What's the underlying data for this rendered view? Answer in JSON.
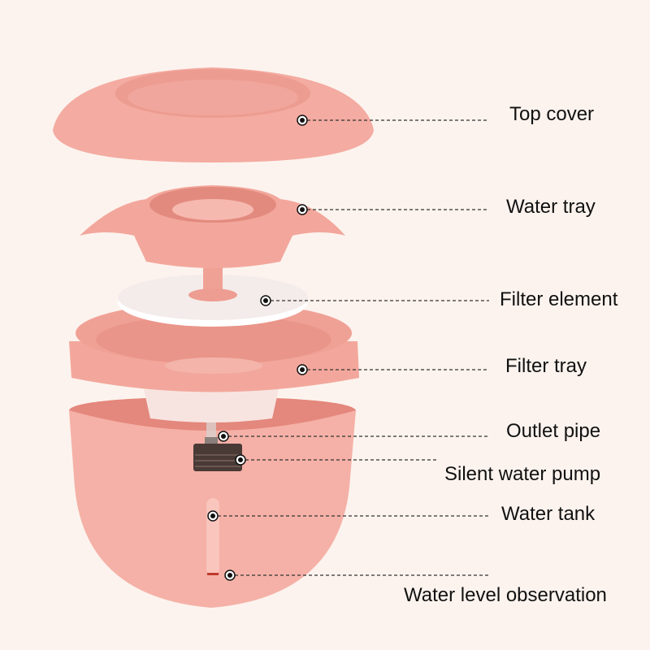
{
  "labels": {
    "top_cover": "Top cover",
    "water_tray": "Water tray",
    "filter_element": "Filter element",
    "filter_tray": "Filter tray",
    "outlet_pipe": "Outlet pipe",
    "silent_water_pump": "Silent water pump",
    "water_tank": "Water tank",
    "water_level_observation": "Water level observation"
  },
  "colors": {
    "background": "#fcf3ee",
    "body_pink": "#f3a79c",
    "shade_pink": "#e58d82",
    "pump": "#4a3a36"
  }
}
